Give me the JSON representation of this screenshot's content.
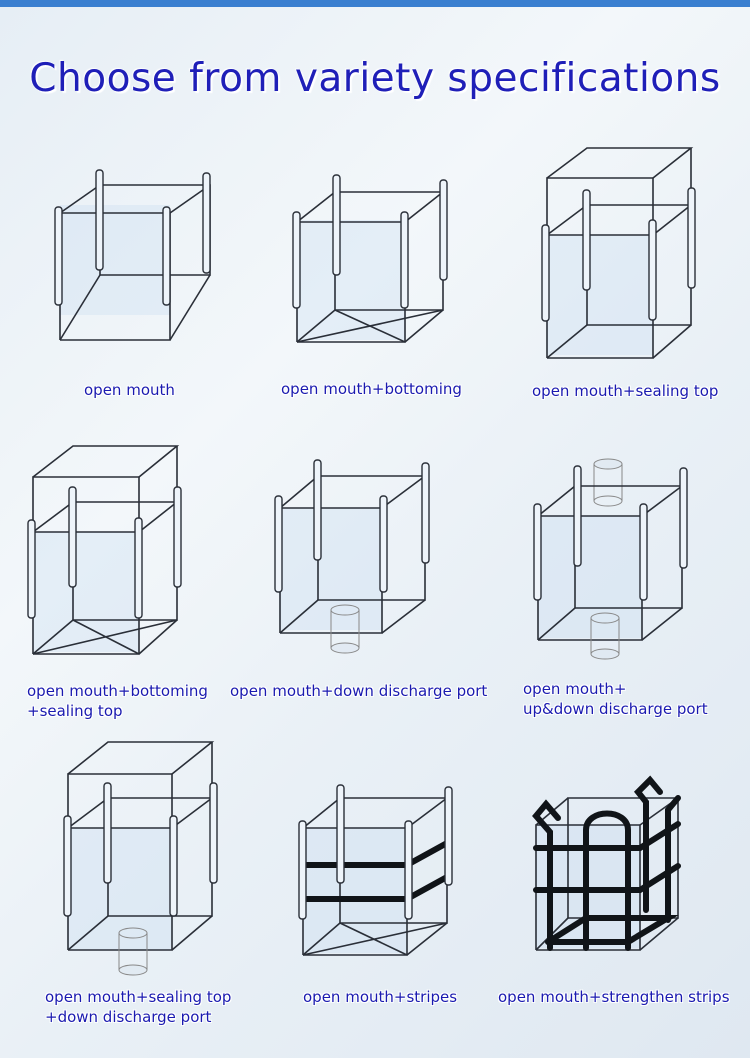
{
  "title": "Choose from variety specifications",
  "items": [
    {
      "label_1": "open mouth",
      "label_2": ""
    },
    {
      "label_1": "open mouth+bottoming",
      "label_2": ""
    },
    {
      "label_1": "open mouth+sealing top",
      "label_2": ""
    },
    {
      "label_1": "open mouth+bottoming",
      "label_2": "+sealing top"
    },
    {
      "label_1": "open mouth+down discharge port",
      "label_2": ""
    },
    {
      "label_1": "open mouth+",
      "label_2": "up&down discharge port"
    },
    {
      "label_1": "open mouth+sealing top",
      "label_2": "+down discharge port"
    },
    {
      "label_1": "open mouth+stripes",
      "label_2": ""
    },
    {
      "label_1": "open mouth+strengthen strips",
      "label_2": ""
    }
  ]
}
